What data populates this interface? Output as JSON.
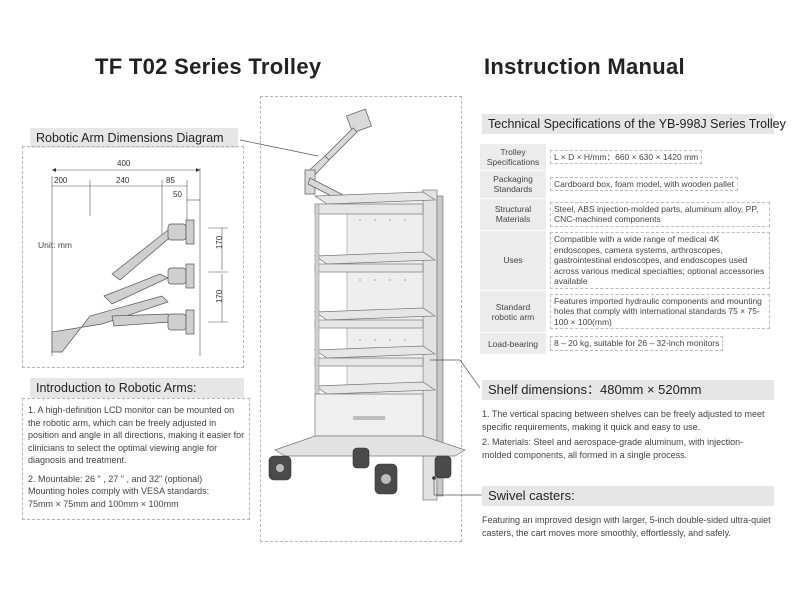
{
  "header": {
    "title_left": "TF T02 Series Trolley",
    "title_right": "Instruction Manual"
  },
  "diagram": {
    "heading": "Robotic Arm Dimensions Diagram",
    "unit": "Unit: mm",
    "dims": {
      "d400": "400",
      "d200": "200",
      "d240": "240",
      "d85": "85",
      "d50": "50",
      "d170a": "170",
      "d170b": "170"
    }
  },
  "intro": {
    "heading": "Introduction to Robotic Arms:",
    "p1": "1. A high-definition LCD monitor can be mounted on the robotic arm, which can be freely adjusted in position and angle in all directions, making it easier for clinicians to select the optimal viewing angle for diagnosis and treatment.",
    "p2a": "2. Mountable: 26 \" , 27 \" , and 32\" (optional)",
    "p2b": "Mounting holes comply with VESA standards:",
    "p2c": "75mm × 75mm and 100mm × 100mm"
  },
  "specs": {
    "heading": "Technical Specifications of the YB-998J Series Trolley",
    "rows": [
      {
        "label": "Trolley Specifications",
        "value": "L × D × H/mm：660 × 630 × 1420 mm"
      },
      {
        "label": "Packaging Standards",
        "value": "Cardboard box, foam model, with wooden pallet"
      },
      {
        "label": "Structural Materials",
        "value": "Steel, ABS injection-molded parts, aluminum alloy, PP, CNC-machined components"
      },
      {
        "label": "Uses",
        "value": "Compatible with a wide range of medical 4K endoscopes, camera systems, arthroscopes, gastrointestinal endoscopes, and endoscopes used across various medical specialties; optional accessories available"
      },
      {
        "label": "Standard robotic arm",
        "value": "Features imported hydraulic components and mounting holes that comply with international standards  75 × 75-100 × 100(mm)"
      },
      {
        "label": "Load-bearing",
        "value": "8 – 20 kg, suitable for 26 – 32-inch monitors"
      }
    ]
  },
  "shelf": {
    "heading": "Shelf dimensions：480mm × 520mm",
    "p1": "1. The vertical spacing between shelves can be freely adjusted to meet specific requirements, making it quick and easy to use.",
    "p2": "2. Materials: Steel and aerospace-grade aluminum, with injection-molded components, all formed in a single process."
  },
  "casters": {
    "heading": "Swivel casters:",
    "p1": "Featuring an improved design with larger, 5-inch double-sided ultra-quiet casters, the cart moves more smoothly, effortlessly, and safely."
  },
  "colors": {
    "header_bg": "#e6e6e6",
    "label_bg": "#ececec",
    "trolley_gray": "#d9d9d9",
    "wheel_dark": "#4a4a4a"
  }
}
